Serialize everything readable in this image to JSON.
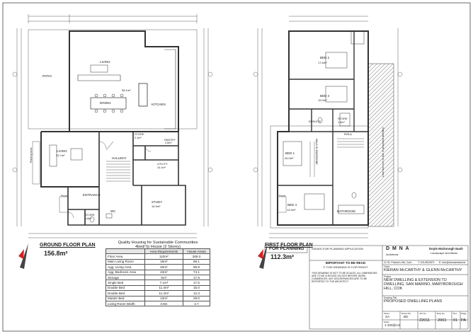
{
  "sheet": {
    "status": "FOR PLANNING",
    "colors": {
      "line": "#333333",
      "hatch": "#9a9a9a",
      "accent": "#d62020",
      "tableHeader": "#e6e6e6"
    }
  },
  "ground_floor": {
    "title": "GROUND FLOOR PLAN",
    "area": "156.8m²",
    "rooms": {
      "patio": "PATIO",
      "living": "LIVING",
      "living_area": "98.1m²",
      "dining": "DINING",
      "kitchen": "KITCHEN",
      "living2": "LIVING",
      "living2_area": "23.7m²",
      "store": "STORE",
      "store_area": "2.1m²",
      "pantry": "PANTRY",
      "pantry_area": "2.6m²",
      "hallway": "HALLWAY",
      "utility": "UTILITY",
      "utility_area": "10.1m²",
      "entrance": "ENTRANCE",
      "study": "STUDY",
      "study_area": "16.3m²",
      "store2": "STORE",
      "store2_area": "1.8m²",
      "wc": "WC",
      "porch": "Porch",
      "planting": "Planting Area"
    }
  },
  "first_floor": {
    "title": "FIRST FLOOR PLAN",
    "area": "112.3m²",
    "rooms": {
      "bed2": "BED 2",
      "bed2_area": "17.6m²",
      "bed3": "BED 3",
      "bed3_area": "15.0m²",
      "ensuite": "ENSUITE",
      "store": "STORE",
      "store_area": "1.3m²",
      "hall": "HALL",
      "bed1": "BED 1",
      "bed1_area": "26.0m²",
      "walkin": "WALK IN WARDROBE",
      "bed4": "BED 4",
      "bed4_area": "13.3m²",
      "bathroom": "BATHROOM",
      "porch": "Porch",
      "hatch_note": "Lean-too roof to line of proposed dwelling"
    }
  },
  "quality_table": {
    "title": "Quality Housing for Sustainable Communities",
    "subtitle": "4bed/7p House (2 Storey)",
    "headers": [
      "",
      "Area Requirements",
      "House Areas"
    ],
    "rows": [
      [
        "Floor Area",
        "110m²",
        "269.3"
      ],
      [
        "Main Living Room",
        "15m²",
        "68.1"
      ],
      [
        "Agg. Living Area",
        "40m²",
        "89.9"
      ],
      [
        "Agg. Bedroom Area",
        "43m²",
        "74.1"
      ],
      [
        "Storage",
        "5m²",
        "17.8"
      ],
      [
        "Single Bed",
        "7.1m²",
        "17.5"
      ],
      [
        "Double Bed",
        "11.4m²",
        "15.0"
      ],
      [
        "Double Bed",
        "11.4m²",
        "12.3"
      ],
      [
        "Master Bed",
        "13m²",
        "29.0"
      ],
      [
        "Living Room Width",
        "3.8m",
        "4.7"
      ]
    ]
  },
  "title_block": {
    "revision_note": "ISSUED FOR PLANNING APPLICATION",
    "important_title": "IMPORTANT TO BE READ",
    "copyright": "© THIS DRAWING IS COPYRIGHT",
    "notes": "THIS DRAWING IS NOT TO BE SCALED. ALL DIMENSIONS ARE TO BE CHECKED ON SITE BEFORE WORK COMMENCES. ANY DISCREPANCIES ARE TO BE REPORTED TO THE ARCHITECT.",
    "architect": "D M N A",
    "architect_sub": "Architects",
    "landscape": "Doyle McDonogh Nash",
    "landscape_sub": "Landscape Architects",
    "address": "21 St. Patrick's Hill, Cork",
    "phone": "T: 0214515571",
    "email": "E: info@dmnaireland.ie",
    "client_label": "Client",
    "client": "KIERAN McCARTHY & GLENN McCARTHY",
    "project_label": "Project",
    "project": "NEW DWELLING & EXTENSION TO DWELLING, SAN MARINO, MARYBOROUGH HILL, COK",
    "drawing_label": "Drawing Title",
    "drawing": "PROPOSED DWELLING PLANS",
    "sheet_size": "SA",
    "drawn_by": "BD",
    "scale": "1:100@A3",
    "job_no": "22011",
    "dwg_no": "2001",
    "rev": "01",
    "stage": "PA",
    "labels": {
      "sheet": "Sheet",
      "drawn": "Drawn By",
      "scale": "Scale",
      "job": "Job No.",
      "dwg": "Dwg No.",
      "rev": "Rev",
      "stage": "Stage"
    }
  }
}
